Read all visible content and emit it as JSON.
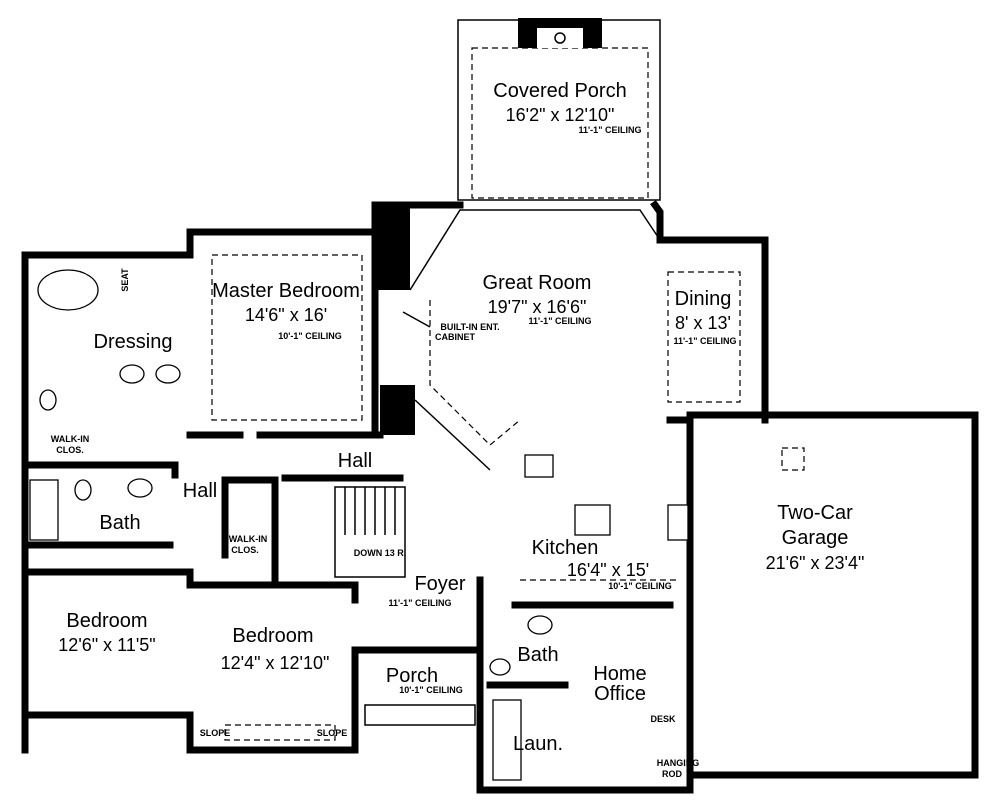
{
  "rooms": {
    "covered_porch": {
      "name": "Covered Porch",
      "size": "16'2\" x 12'10\"",
      "ceiling": "11'-1\" CEILING"
    },
    "great_room": {
      "name": "Great Room",
      "size": "19'7\" x 16'6\"",
      "ceiling": "11'-1\" CEILING"
    },
    "dining": {
      "name": "Dining",
      "size": "8' x 13'",
      "ceiling": "11'-1\" CEILING"
    },
    "master_bedroom": {
      "name": "Master Bedroom",
      "size": "14'6\" x 16'",
      "ceiling": "10'-1\" CEILING"
    },
    "dressing": {
      "name": "Dressing"
    },
    "master_walk_in": {
      "line1": "WALK-IN",
      "line2": "CLOS."
    },
    "seat": "SEAT",
    "hall_main": {
      "name": "Hall"
    },
    "hall_side": {
      "name": "Hall"
    },
    "bath": {
      "name": "Bath"
    },
    "walk_in_closet": {
      "line1": "WALK-IN",
      "line2": "CLOS."
    },
    "stairs": "DOWN 13 R.",
    "bedroom_left": {
      "name": "Bedroom",
      "size": "12'6\" x 11'5\""
    },
    "bedroom_front": {
      "name": "Bedroom",
      "size": "12'4\" x 12'10\"",
      "slope_left": "SLOPE",
      "slope_right": "SLOPE"
    },
    "foyer": {
      "name": "Foyer",
      "ceiling": "11'-1\" CEILING"
    },
    "kitchen": {
      "name": "Kitchen",
      "size": "16'4\" x 15'",
      "ceiling": "10'-1\" CEILING"
    },
    "porch": {
      "name": "Porch",
      "ceiling": "10'-1\" CEILING"
    },
    "half_bath": {
      "name": "Bath"
    },
    "home_office": {
      "line1": "Home",
      "line2": "Office",
      "desk": "DESK",
      "rod1": "HANGING",
      "rod2": "ROD"
    },
    "laundry": {
      "name": "Laun."
    },
    "garage": {
      "line1": "Two-Car",
      "line2": "Garage",
      "size": "21'6\" x 23'4\""
    }
  },
  "annotations": {
    "cabinet_line1": "BUILT-IN ENT.",
    "cabinet_line2": "CABINET"
  }
}
